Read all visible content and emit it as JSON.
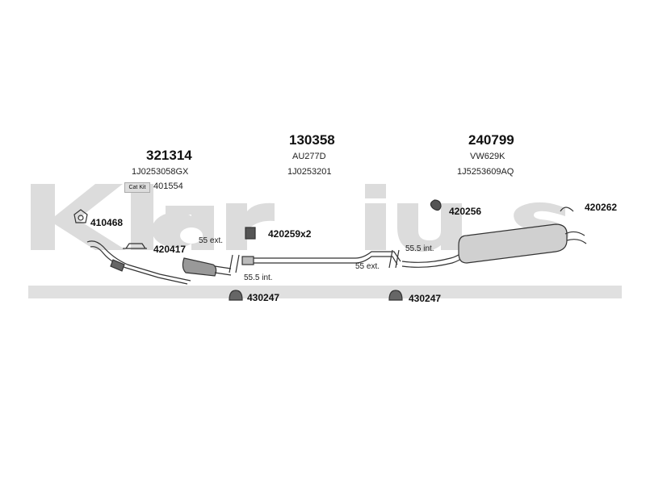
{
  "watermark": {
    "text": "Klarius",
    "color": "#d9d9d9"
  },
  "assemblies": [
    {
      "part_number": "321314",
      "refs": [
        "1J0253058GX"
      ],
      "catkit_badge": "Cat Kit",
      "catkit_number": "401554"
    },
    {
      "part_number": "130358",
      "refs": [
        "AU277D",
        "1J0253201"
      ]
    },
    {
      "part_number": "240799",
      "refs": [
        "VW629K",
        "1J5253609AQ"
      ]
    }
  ],
  "accessories": [
    "410468",
    "420417",
    "420259x2",
    "430247",
    "420256",
    "420262",
    "430247"
  ],
  "dimensions": [
    "55 ext.",
    "55.5 int.",
    "55.5 int.",
    "55 ext."
  ]
}
